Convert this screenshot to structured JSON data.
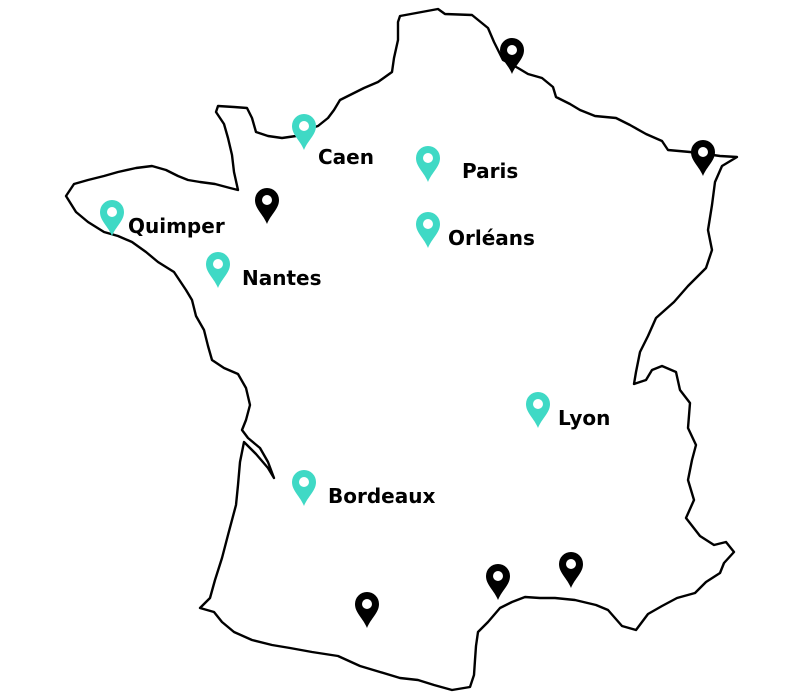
{
  "map": {
    "region": "France",
    "colors": {
      "outline": "#000000",
      "labeled_marker": "#3fd9c5",
      "unlabeled_marker": "#000000",
      "background": "#ffffff"
    },
    "marker_icon": "map-pin-icon",
    "labeled_cities": [
      {
        "id": "caen",
        "label": "Caen"
      },
      {
        "id": "paris",
        "label": "Paris"
      },
      {
        "id": "quimper",
        "label": "Quimper"
      },
      {
        "id": "orleans",
        "label": "Orléans"
      },
      {
        "id": "nantes",
        "label": "Nantes"
      },
      {
        "id": "lyon",
        "label": "Lyon"
      },
      {
        "id": "bordeaux",
        "label": "Bordeaux"
      }
    ],
    "unlabeled_markers": [
      {
        "id": "north"
      },
      {
        "id": "northeast"
      },
      {
        "id": "normandy-south"
      },
      {
        "id": "south-west"
      },
      {
        "id": "south-center"
      },
      {
        "id": "south-east"
      }
    ]
  }
}
